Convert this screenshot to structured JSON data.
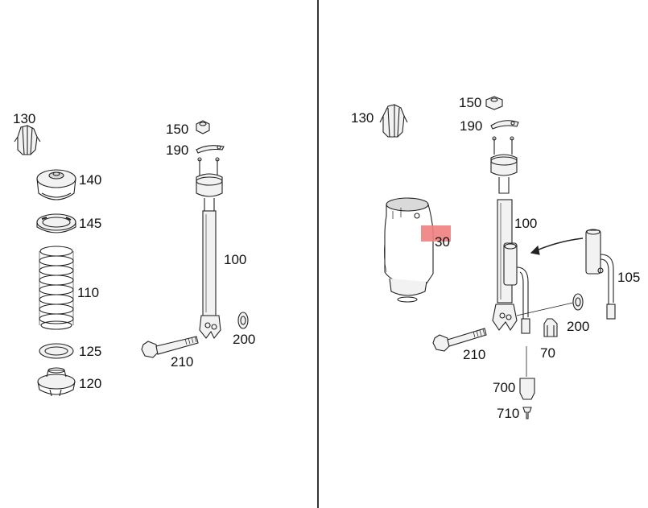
{
  "diagram": {
    "left_panel": {
      "labels": {
        "p130": "130",
        "p140": "140",
        "p145": "145",
        "p110": "110",
        "p125": "125",
        "p120": "120",
        "p150": "150",
        "p190": "190",
        "p100": "100",
        "p200": "200",
        "p210": "210"
      }
    },
    "right_panel": {
      "labels": {
        "p130": "130",
        "p150": "150",
        "p190": "190",
        "p100": "100",
        "p30": "30",
        "p105": "105",
        "p200": "200",
        "p210": "210",
        "p70": "70",
        "p700": "700",
        "p710": "710"
      }
    },
    "colors": {
      "line": "#222222",
      "fill_light": "#f2f2f2",
      "fill_mid": "#d9d9d9",
      "highlight": "#f08080"
    }
  }
}
